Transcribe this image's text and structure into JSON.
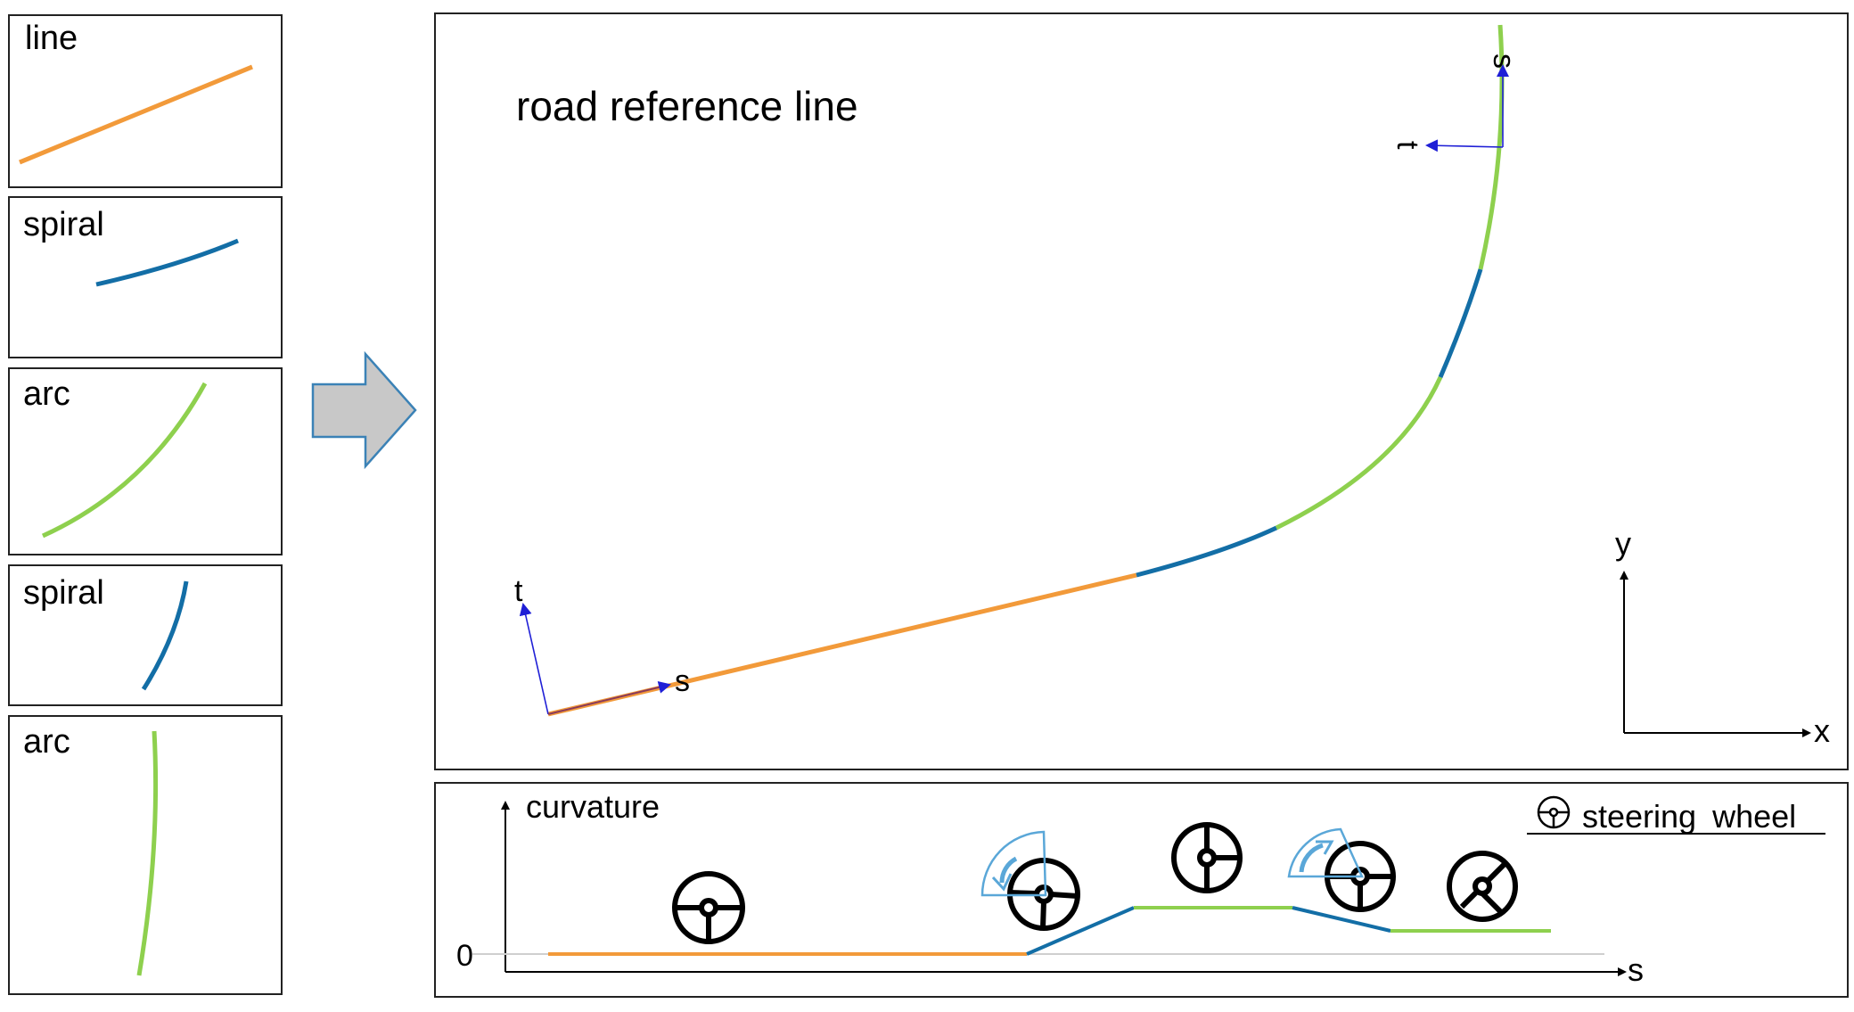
{
  "primitives": [
    {
      "label": "line",
      "kind": "line",
      "color": "#f29a3a"
    },
    {
      "label": "spiral",
      "kind": "spiral",
      "color": "#136ea6"
    },
    {
      "label": "arc",
      "kind": "arc",
      "color": "#8ed04e"
    },
    {
      "label": "spiral",
      "kind": "spiral",
      "color": "#136ea6"
    },
    {
      "label": "arc",
      "kind": "arc",
      "color": "#8ed04e"
    }
  ],
  "main": {
    "title": "road reference line",
    "start_frame": {
      "s": "s",
      "t": "t"
    },
    "end_frame": {
      "s": "s",
      "t": "t"
    },
    "axes": {
      "x": "x",
      "y": "y"
    }
  },
  "curvature": {
    "ylabel": "curvature",
    "xlabel": "s",
    "zero_label": "0",
    "legend": "steering wheel",
    "segments": [
      {
        "kind": "line",
        "color": "#f29a3a"
      },
      {
        "kind": "spiral",
        "color": "#136ea6"
      },
      {
        "kind": "arc",
        "color": "#8ed04e"
      },
      {
        "kind": "spiral",
        "color": "#136ea6"
      },
      {
        "kind": "arc",
        "color": "#8ed04e"
      }
    ]
  },
  "colors": {
    "line": "#f29a3a",
    "spiral": "#136ea6",
    "arc": "#8ed04e",
    "frame": "#1f1fd6",
    "arrow_fill": "#c8c8c8",
    "arrow_stroke": "#3b82b6",
    "rotate_hint": "#5aa7d8"
  }
}
